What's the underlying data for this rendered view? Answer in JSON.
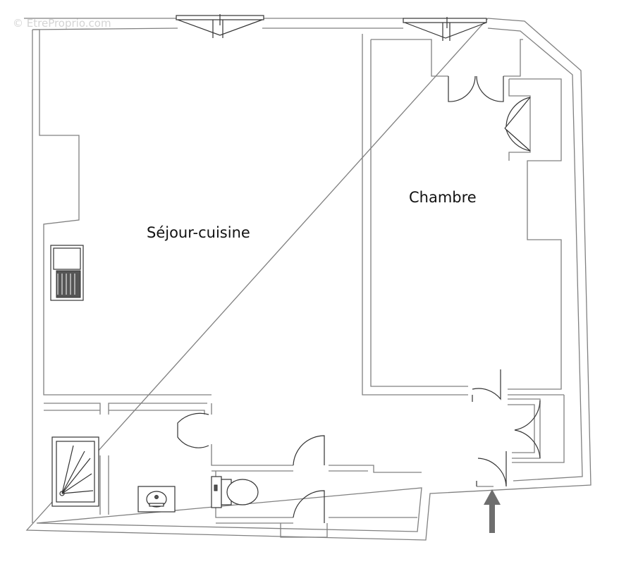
{
  "watermark": "© EtreProprio.com",
  "rooms": {
    "living": {
      "label": "Séjour-cuisine"
    },
    "bedroom": {
      "label": "Chambre"
    }
  },
  "icons": {
    "entrance": "entrance-arrow-icon",
    "shower": "shower-icon",
    "sink": "sink-icon",
    "toilet": "toilet-icon",
    "stove": "stove-icon"
  },
  "colors": {
    "wall": "#808080",
    "fixture": "#333333",
    "arrow": "#6e6e6e"
  }
}
